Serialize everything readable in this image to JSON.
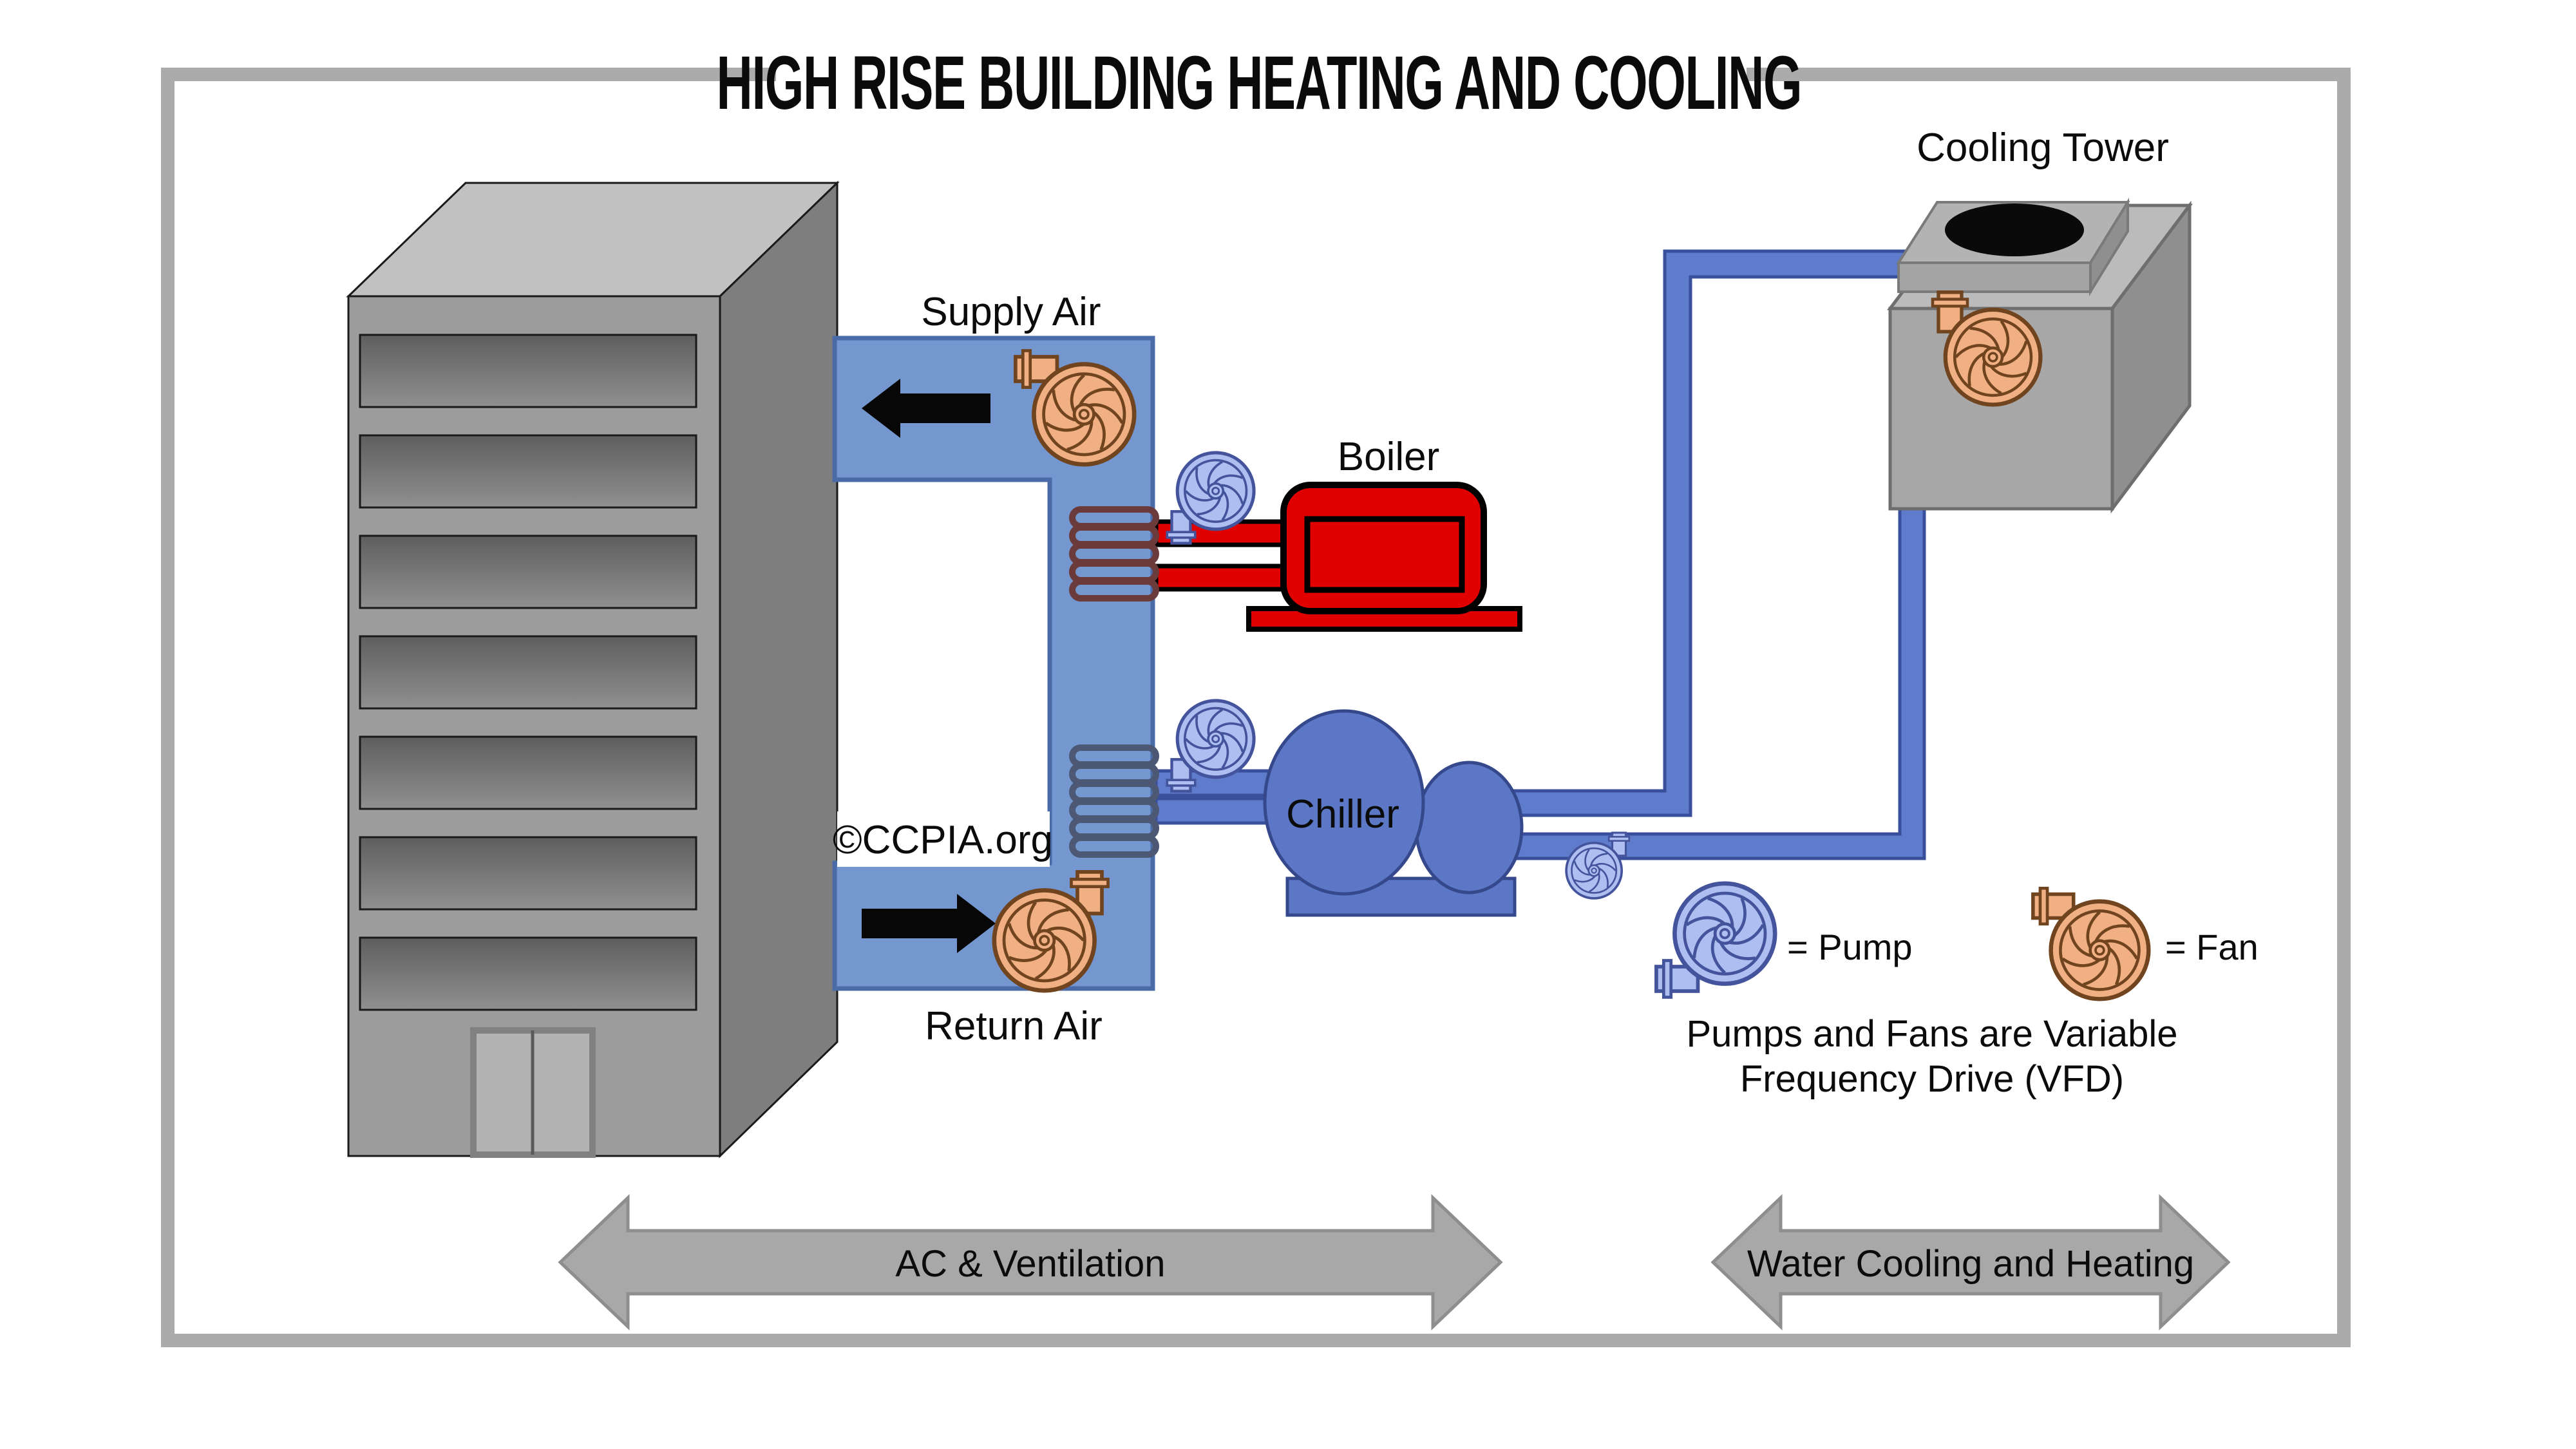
{
  "title": "HIGH RISE BUILDING HEATING AND COOLING",
  "watermark": "©CCPIA.org",
  "components": {
    "supply_air": "Supply Air",
    "return_air": "Return Air",
    "boiler": "Boiler",
    "chiller": "Chiller",
    "cooling_tower": "Cooling Tower"
  },
  "legend": {
    "pump_label": "= Pump",
    "fan_label": "= Fan",
    "note_line1": "Pumps and Fans are Variable",
    "note_line2": "Frequency Drive (VFD)"
  },
  "flow_arrows": {
    "ac": "AC & Ventilation",
    "water": "Water Cooling and Heating"
  },
  "icons": {
    "pump": "pump-icon",
    "fan": "fan-icon"
  },
  "colors": {
    "duct_blue": "#7397CE",
    "pipe_blue": "#5F7BCB",
    "chiller_blue": "#5C77C5",
    "boiler_red": "#E00000",
    "pump_fill": "#AFBEF0",
    "fan_fill": "#F0B083",
    "building_gray": "#9C9C9C",
    "arrow_gray": "#A8A8A8",
    "frame_gray": "#ABABAB"
  }
}
